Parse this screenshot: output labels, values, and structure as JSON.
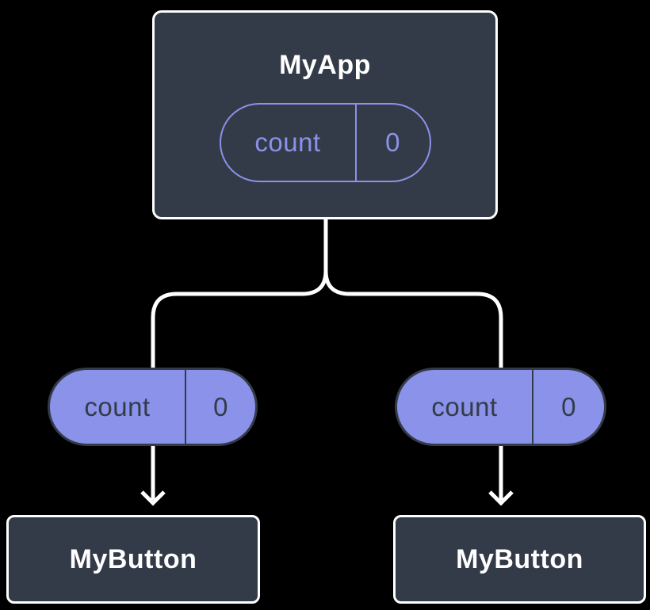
{
  "colors": {
    "background": "#000000",
    "card_fill": "#343B48",
    "card_border": "#FFFFFF",
    "accent_purple": "#8A92E9",
    "pill_dark_text": "#343B48",
    "title_text": "#FFFFFF",
    "connector": "#FFFFFF"
  },
  "diagram": {
    "root": {
      "title": "MyApp",
      "state": {
        "label": "count",
        "value": "0"
      }
    },
    "props": [
      {
        "label": "count",
        "value": "0"
      },
      {
        "label": "count",
        "value": "0"
      }
    ],
    "children": [
      {
        "title": "MyButton"
      },
      {
        "title": "MyButton"
      }
    ]
  }
}
